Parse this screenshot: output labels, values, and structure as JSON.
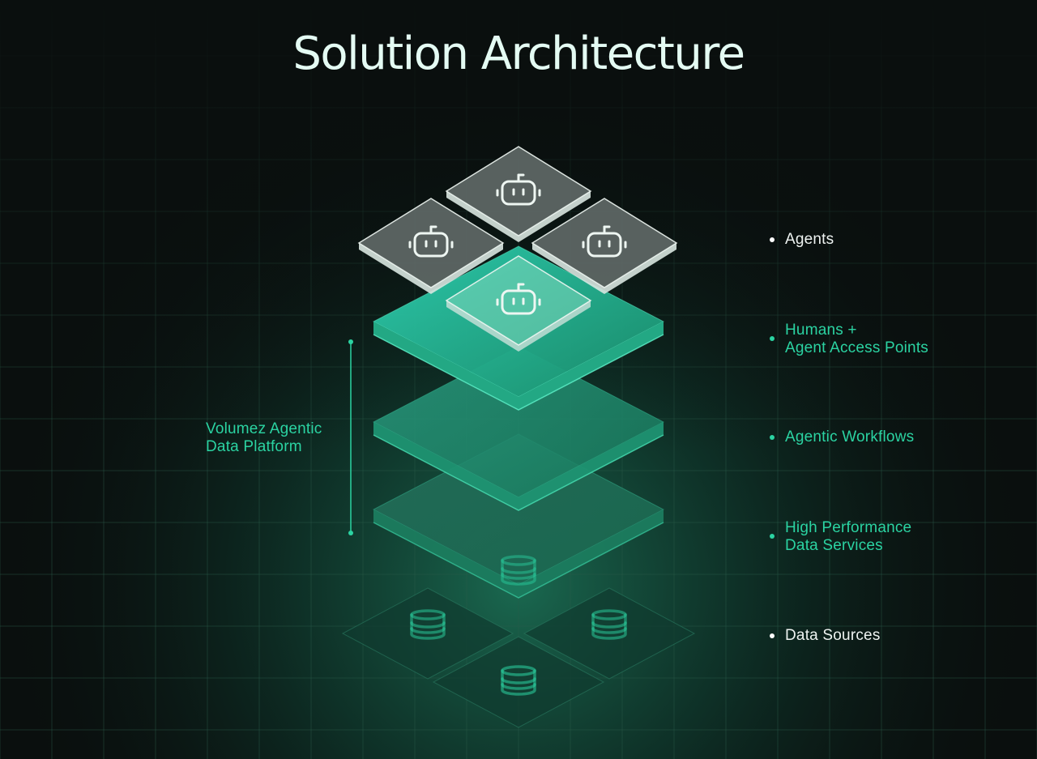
{
  "diagram": {
    "title": "Solution Architecture",
    "layers": [
      {
        "id": "agents",
        "lines": [
          "Agents"
        ],
        "color": "#eef3f1"
      },
      {
        "id": "access",
        "lines": [
          "Humans +",
          "Agent Access Points"
        ],
        "color": "#2bd3a2"
      },
      {
        "id": "workflows",
        "lines": [
          "Agentic Workflows"
        ],
        "color": "#2bd3a2"
      },
      {
        "id": "data-services",
        "lines": [
          "High Performance",
          "Data Services"
        ],
        "color": "#2bd3a2"
      },
      {
        "id": "sources",
        "lines": [
          "Data Sources"
        ],
        "color": "#eef3f1"
      }
    ],
    "platform_bracket": {
      "lines": [
        "Volumez Agentic",
        "Data Platform"
      ]
    },
    "icons": [
      "robot-icon",
      "database-icon"
    ],
    "colors": {
      "accent": "#2bd3a2",
      "background": "#0a0f0e",
      "title": "#e4fbf3",
      "white_label": "#eef3f1"
    }
  }
}
